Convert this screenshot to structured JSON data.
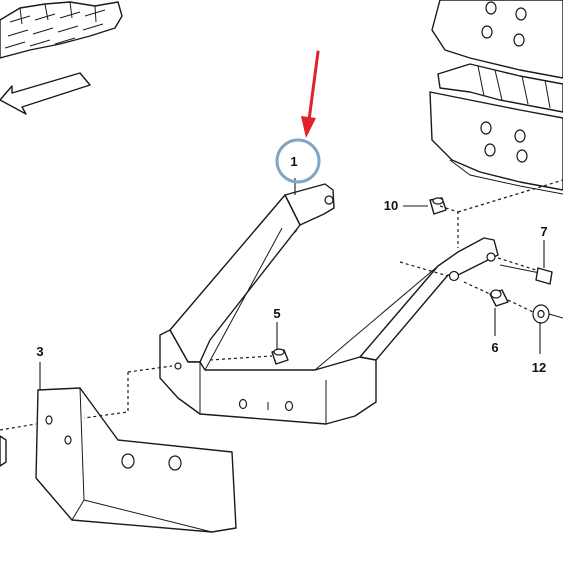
{
  "labels": {
    "part_1": "1",
    "part_3": "3",
    "part_5": "5",
    "part_6": "6",
    "part_7": "7",
    "part_10": "10",
    "part_12": "12"
  },
  "colors": {
    "highlight_circle": "#7fa6c9",
    "arrow": "#e0232a",
    "line": "#1a1a1a"
  }
}
